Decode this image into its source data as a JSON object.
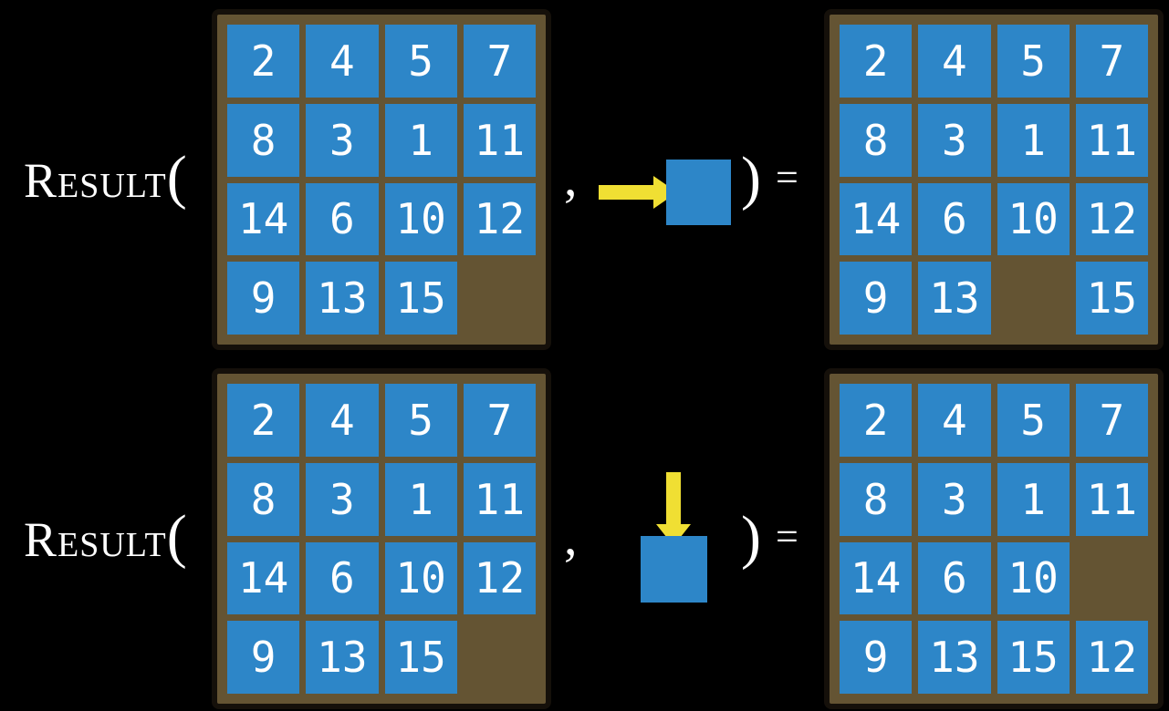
{
  "colors": {
    "background": "#000000",
    "board_bg": "#645433",
    "board_border": "#15100a",
    "tile_blue": "#2d86c8",
    "tile_text": "#ffffff",
    "arrow_yellow": "#f0df33",
    "label_text": "#ffffff"
  },
  "examples": [
    {
      "function_name": "Result",
      "open_paren": "(",
      "comma": ",",
      "close_paren": ")",
      "equals_sign": "=",
      "action_direction": "right",
      "action_icon": "yellow-arrow-right-into-blue-tile",
      "input_board": [
        [
          2,
          4,
          5,
          7
        ],
        [
          8,
          3,
          1,
          11
        ],
        [
          14,
          6,
          10,
          12
        ],
        [
          9,
          13,
          15,
          null
        ]
      ],
      "output_board": [
        [
          2,
          4,
          5,
          7
        ],
        [
          8,
          3,
          1,
          11
        ],
        [
          14,
          6,
          10,
          12
        ],
        [
          9,
          13,
          null,
          15
        ]
      ]
    },
    {
      "function_name": "Result",
      "open_paren": "(",
      "comma": ",",
      "close_paren": ")",
      "equals_sign": "=",
      "action_direction": "down",
      "action_icon": "yellow-arrow-down-into-blue-tile",
      "input_board": [
        [
          2,
          4,
          5,
          7
        ],
        [
          8,
          3,
          1,
          11
        ],
        [
          14,
          6,
          10,
          12
        ],
        [
          9,
          13,
          15,
          null
        ]
      ],
      "output_board": [
        [
          2,
          4,
          5,
          7
        ],
        [
          8,
          3,
          1,
          11
        ],
        [
          14,
          6,
          10,
          null
        ],
        [
          9,
          13,
          15,
          12
        ]
      ]
    }
  ]
}
